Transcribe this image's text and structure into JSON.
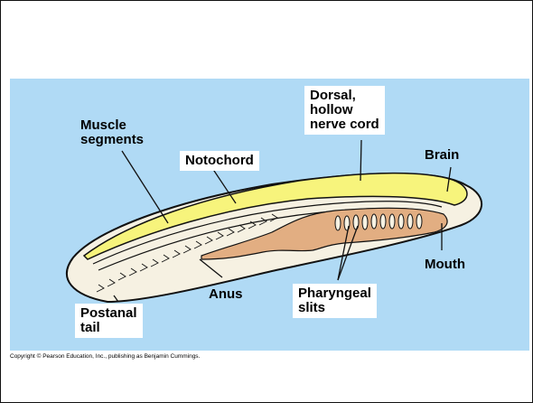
{
  "figure": {
    "labels": {
      "dorsal_nerve_cord": "Dorsal,\nhollow\nnerve cord",
      "muscle_segments": "Muscle\nsegments",
      "notochord": "Notochord",
      "brain": "Brain",
      "mouth": "Mouth",
      "anus": "Anus",
      "pharyngeal_slits": "Pharyngeal\nslits",
      "postanal_tail": "Postanal\ntail"
    },
    "colors": {
      "background": "#b0daf5",
      "body": "#f6f1e2",
      "nerve_cord": "#f7f47c",
      "gut": "#e2ae82",
      "outline": "#111111"
    }
  },
  "footer": {
    "copyright": "Copyright © Pearson Education, Inc., publishing as Benjamin Cummings."
  }
}
